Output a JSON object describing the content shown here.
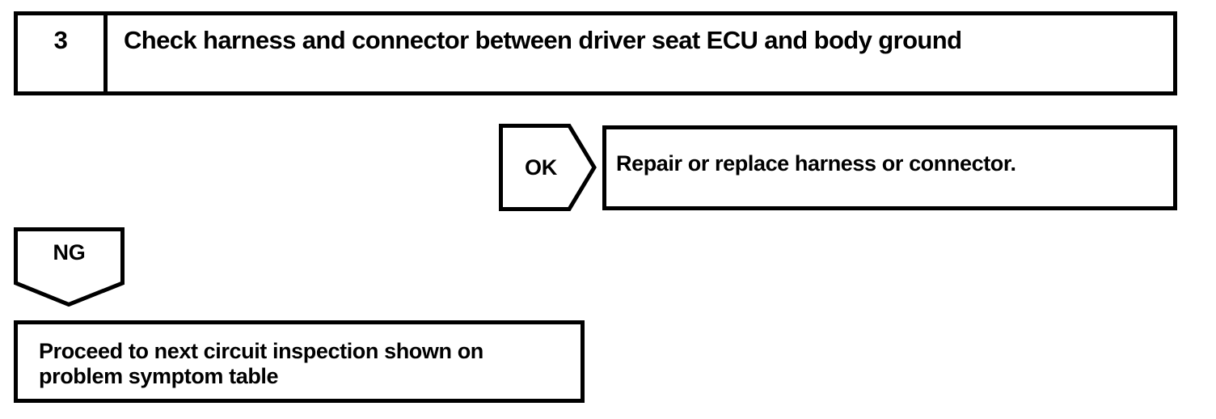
{
  "document": {
    "type": "troubleshooting-flowchart",
    "ink_color": "#000000",
    "background_color": "#ffffff"
  },
  "step": {
    "number": "3",
    "title": "Check harness and connector between driver seat ECU and body ground"
  },
  "branches": [
    {
      "result_label": "OK",
      "shape": "pentagon-arrow-right",
      "action": "Repair or replace harness or connector."
    },
    {
      "result_label": "NG",
      "shape": "pentagon-arrow-down",
      "action": "Proceed to next circuit inspection shown on\nproblem symptom table"
    }
  ],
  "ok_branch": {
    "label": "OK",
    "action_text": "Repair or replace harness or connector."
  },
  "ng_branch": {
    "label": "NG",
    "action_text": "Proceed to next circuit inspection shown on\nproblem symptom table"
  }
}
